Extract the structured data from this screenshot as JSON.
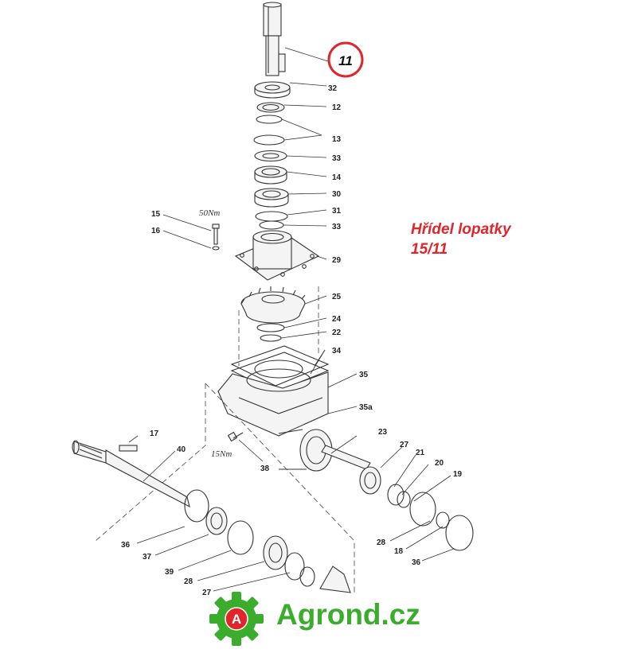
{
  "diagram": {
    "highlight_part": "11",
    "torque_top": "50Nm",
    "torque_bottom": "15Nm",
    "labels": [
      "32",
      "12",
      "13",
      "33",
      "14",
      "30",
      "31",
      "33",
      "29",
      "25",
      "24",
      "22",
      "34",
      "35",
      "35a",
      "23",
      "27",
      "21",
      "20",
      "19",
      "15",
      "16",
      "17",
      "40",
      "38",
      "36",
      "37",
      "39",
      "28",
      "27",
      "28",
      "18",
      "36"
    ]
  },
  "caption": {
    "line1": "Hřídel lopatky",
    "line2": "15/11",
    "color": "#e0252b"
  },
  "logo": {
    "letter": "A",
    "text": "Agrond.cz",
    "color": "#3aad2c",
    "icon": "gear-logo-icon"
  }
}
